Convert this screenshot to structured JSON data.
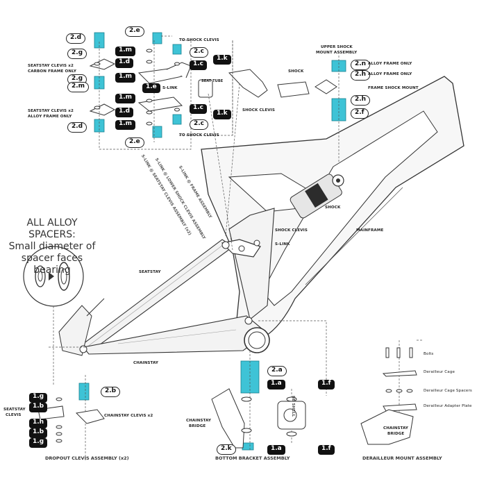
{
  "tags_outline": {
    "t2d_top": "2.d",
    "t2e_top": "2.e",
    "t2g_top": "2.g",
    "t2g_mid": "2.g",
    "t2m": "2.m",
    "t2d_bot": "2.d",
    "t2c_top": "2.c",
    "t2c_bot": "2.c",
    "t2e_bot": "2.e",
    "t2n": "2.n",
    "t2h_top": "2.h",
    "t2h_bot": "2.h",
    "t2f": "2.f",
    "t2a": "2.a",
    "t2b": "2.b",
    "t2k": "2.k"
  },
  "tags_dark": {
    "t1m_a": "1.m",
    "t1d_a": "1.d",
    "t1m_b": "1.m",
    "t1e": "1.e",
    "t1m_c": "1.m",
    "t1d_b": "1.d",
    "t1m_d": "1.m",
    "t1c_a": "1.c",
    "t1k_a": "1.k",
    "t1c_b": "1.c",
    "t1k_b": "1.k",
    "t1a_a": "1.a",
    "t1f_a": "1.f",
    "t1a_b": "1.a",
    "t1f_b": "1.f",
    "t1g_a": "1.g",
    "t1b_a": "1.b",
    "t1h": "1.h",
    "t1b_b": "1.b",
    "t1g_b": "1.g"
  },
  "labels": {
    "seatstay_clevis_x2": "SEATSTAY CLEVIS x2",
    "carbon_frame_only": "CARBON FRAME ONLY",
    "seatstay_clevis_x2_b": "SEATSTAY CLEVIS x2",
    "alloy_frame_only_left": "ALLOY FRAME ONLY",
    "to_shock_clevis_top": "TO SHOCK CLEVIS",
    "to_shock_clevis_bot": "TO SHOCK CLEVIS",
    "s_link": "S-LINK",
    "seat_tube": "SEAT TUBE",
    "upper_shock_mount_1": "UPPER SHOCK",
    "upper_shock_mount_2": "MOUNT ASSEMBLY",
    "shock_top": "SHOCK",
    "alloy_frame_only_1": "ALLOY FRAME ONLY",
    "alloy_frame_only_2": "ALLOY FRAME ONLY",
    "frame_shock_mount": "FRAME SHOCK MOUNT",
    "shock_clevis_top": "SHOCK CLEVIS",
    "shock_main": "SHOCK",
    "shock_clevis_main": "SHOCK CLEVIS",
    "s_link_main": "S-LINK",
    "mainframe": "MAINFRAME",
    "seatstay": "SEATSTAY",
    "chainstay": "CHAINSTAY",
    "seatstay_clevis_1": "SEATSTAY",
    "seatstay_clevis_2": "CLEVIS",
    "chainstay_clevis_x2": "CHAINSTAY CLEVIS x2",
    "chainstay_bridge_1": "CHAINSTAY",
    "chainstay_bridge_2": "BRIDGE",
    "bb_shell": "BB SHELL",
    "chainstay_bridge_r1": "CHAINSTAY",
    "chainstay_bridge_r2": "BRIDGE",
    "bolts": "Bolts",
    "derailleur_cage": "Derailleur Cage",
    "derailleur_cage_spacers": "Derailleur Cage Spacers",
    "derailleur_adapter_plate": "Derailleur Adapter Plate",
    "rot1": "S-LINK @ SEATSTAY CLEVIS ASSEMBLY (x2)",
    "rot2": "S-LINK @ LOWER SHOCK CLEVIS ASSEMBLY",
    "rot3": "S-LINK @ FRAME ASSEMBLY"
  },
  "sections": {
    "dropout": "DROPOUT CLEVIS ASSEMBLY (x2)",
    "bottom_bracket": "BOTTOM BRACKET ASSEMBLY",
    "derailleur": "DERAILLEUR MOUNT ASSEMBLY"
  },
  "note": {
    "line1": "ALL ALLOY SPACERS:",
    "line2": "Small diameter of",
    "line3": "spacer faces bearing"
  },
  "colors": {
    "highlight": "#3ec3d6",
    "ink": "#222222",
    "frame_fill": "#f7f7f7"
  }
}
